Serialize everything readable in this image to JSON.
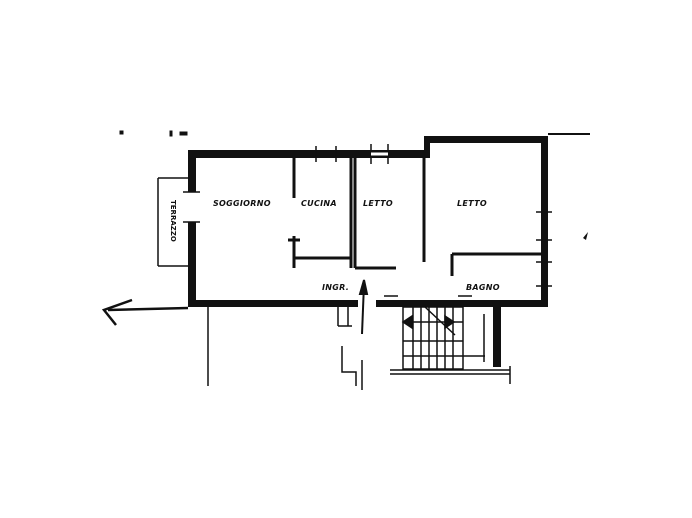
{
  "plan": {
    "type": "floor-plan",
    "rooms": [
      {
        "id": "soggiorno",
        "label": "SOGGIORNO"
      },
      {
        "id": "cucina",
        "label": "CUCINA"
      },
      {
        "id": "letto1",
        "label": "LETTO"
      },
      {
        "id": "letto2",
        "label": "LETTO"
      },
      {
        "id": "bagno",
        "label": "BAGNO"
      },
      {
        "id": "ingresso",
        "label": "INGR."
      },
      {
        "id": "terrazzo",
        "label": "TERRAZZO"
      }
    ],
    "colors": {
      "wall": "#111111",
      "background": "#ffffff"
    }
  }
}
